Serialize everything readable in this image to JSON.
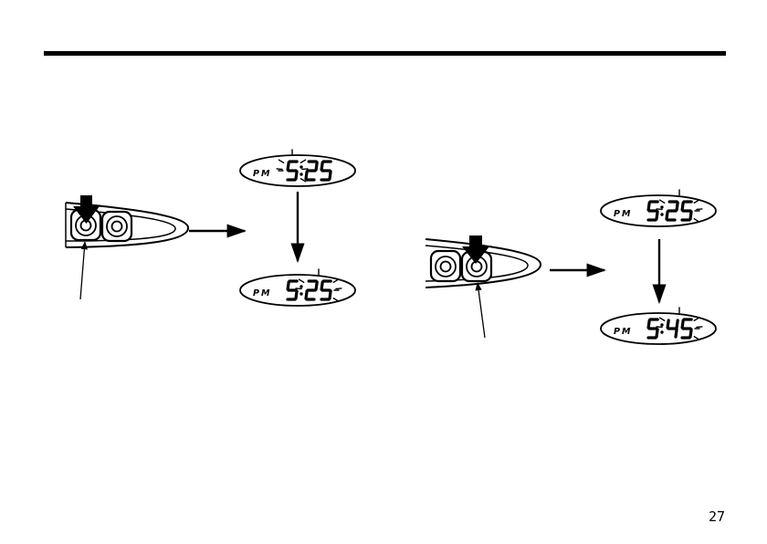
{
  "page": {
    "number": "27"
  },
  "displays": {
    "d1": {
      "period": "PM",
      "hour": "5",
      "minutes": "25",
      "blinking": "hour"
    },
    "d2": {
      "period": "PM",
      "hour": "5",
      "minutes": "25",
      "blinking": "minutes"
    },
    "d3": {
      "period": "PM",
      "hour": "5",
      "minutes": "25",
      "blinking": "minutes"
    },
    "d4": {
      "period": "PM",
      "hour": "5",
      "minutes": "45",
      "blinking": "minutes"
    }
  },
  "icons": {
    "button_panel": "control-panel-icon",
    "press": "press-arrow-icon"
  }
}
